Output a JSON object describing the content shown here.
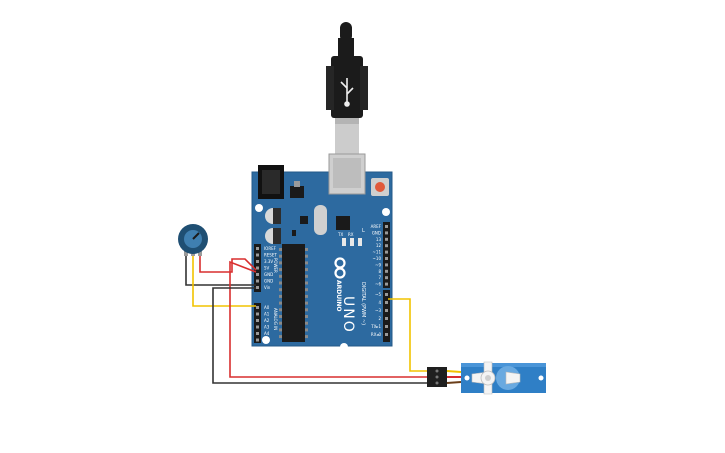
{
  "board": {
    "brand": "ARDUINO",
    "model": "UNO",
    "power_header_label": "POWER",
    "analog_header_label": "ANALOG IN",
    "digital_header_label": "DIGITAL (PWM ~)",
    "led_l": "L",
    "led_tx": "TX",
    "led_rx": "RX",
    "power_pins": [
      "IOREF",
      "RESET",
      "3.3V",
      "5V",
      "GND",
      "GND",
      "Vin"
    ],
    "analog_pins": [
      "A0",
      "A1",
      "A2",
      "A3",
      "A4",
      "A5"
    ],
    "digital_pins": [
      "AREF",
      "GND",
      "13",
      "12",
      "~11",
      "~10",
      "~9",
      "8",
      "7",
      "~6",
      "~5",
      "4",
      "~3",
      "2",
      "TX▸1",
      "RX◂0"
    ],
    "reset_button_color": "#e0593b",
    "pcb_color": "#2d6aa0"
  },
  "components": {
    "potentiometer_color": "#1f4f73",
    "servo_color": "#2f7fc6",
    "usb_plug_color": "#1b1b1b"
  },
  "wires": {
    "power_color": "#d92f2f",
    "ground_color": "#333333",
    "signal_color": "#f2c300"
  }
}
